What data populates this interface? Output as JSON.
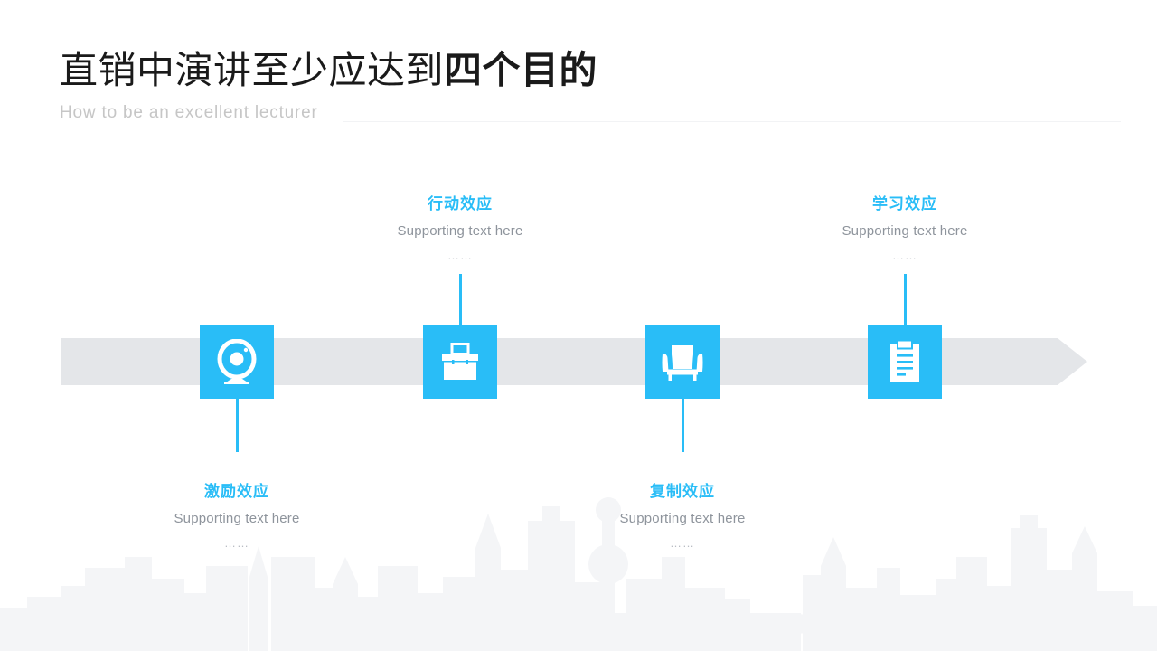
{
  "header": {
    "title_light": "直销中演讲至少应达到",
    "title_bold": "四个目的",
    "subtitle": "How to be an excellent lecturer"
  },
  "colors": {
    "accent_blue": "#29bdf7",
    "arrow_gray": "#e4e6e9",
    "title_dark": "#1a1a1a",
    "subtitle_gray": "#c6c6c6",
    "body_gray": "#8e949c",
    "dots_gray": "#b9bdc4"
  },
  "timeline": {
    "nodes": [
      {
        "title": "激励效应",
        "subtitle": "Supporting text here",
        "dots": "……",
        "icon": "webcam-icon",
        "position": "below"
      },
      {
        "title": "行动效应",
        "subtitle": "Supporting text here",
        "dots": "……",
        "icon": "briefcase-icon",
        "position": "above"
      },
      {
        "title": "复制效应",
        "subtitle": "Supporting text here",
        "dots": "……",
        "icon": "armchair-icon",
        "position": "below"
      },
      {
        "title": "学习效应",
        "subtitle": "Supporting text here",
        "dots": "……",
        "icon": "clipboard-icon",
        "position": "above"
      }
    ]
  }
}
